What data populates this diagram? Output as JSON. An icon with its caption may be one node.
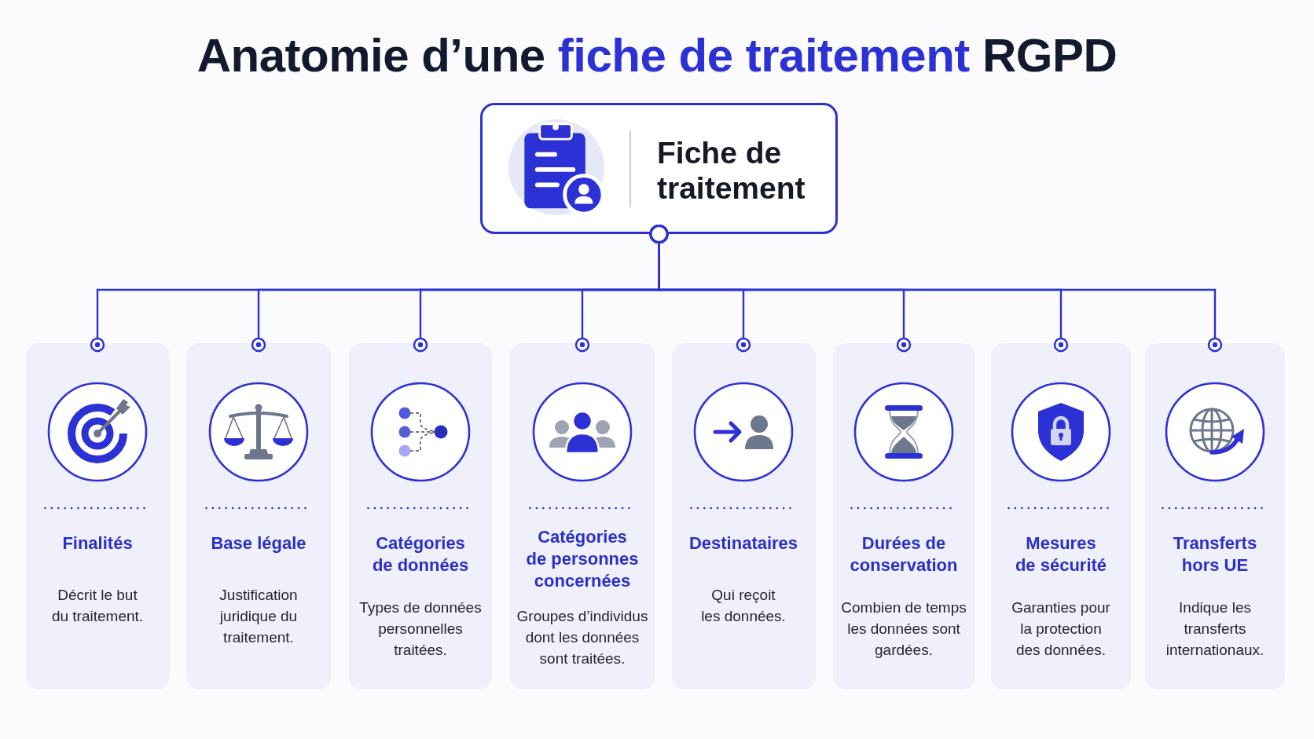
{
  "diagram": {
    "title": "Anatomie d’une *fiche de traitement* RGPD",
    "nodes": [
      {
        "text": [
          "Fiche de traitement"
        ]
      },
      {
        "text": [
          "Finalités",
          "Décrit le but du traitement."
        ]
      },
      {
        "text": [
          "Base légale",
          "Justification juridique du traitement."
        ]
      },
      {
        "text": [
          "Catégories de données",
          "Types de données personnelles traitées."
        ]
      },
      {
        "text": [
          "Catégories de personnes concernées",
          "Groupes d’individus dont les données sont traitées."
        ]
      },
      {
        "text": [
          "Destinataires",
          "Qui reçoit les données."
        ]
      },
      {
        "text": [
          "Durées de conservation",
          "Combien de temps les données sont gardées."
        ]
      },
      {
        "text": [
          "Mesures de sécurité",
          "Garanties pour la protection des données."
        ]
      },
      {
        "text": [
          "Transferts hors UE",
          "Indique les transferts internationaux."
        ]
      }
    ],
    "edges": [
      {
        "from": 0,
        "to": 1,
        "arrow": "other"
      },
      {
        "from": 0,
        "to": 2,
        "arrow": "other"
      },
      {
        "from": 0,
        "to": 3,
        "arrow": "other"
      },
      {
        "from": 0,
        "to": 4,
        "arrow": "other"
      },
      {
        "from": 0,
        "to": 5,
        "arrow": "other"
      },
      {
        "from": 0,
        "to": 6,
        "arrow": "other"
      },
      {
        "from": 0,
        "to": 7,
        "arrow": "other"
      },
      {
        "from": 0,
        "to": 8,
        "arrow": "other"
      }
    ]
  }
}
